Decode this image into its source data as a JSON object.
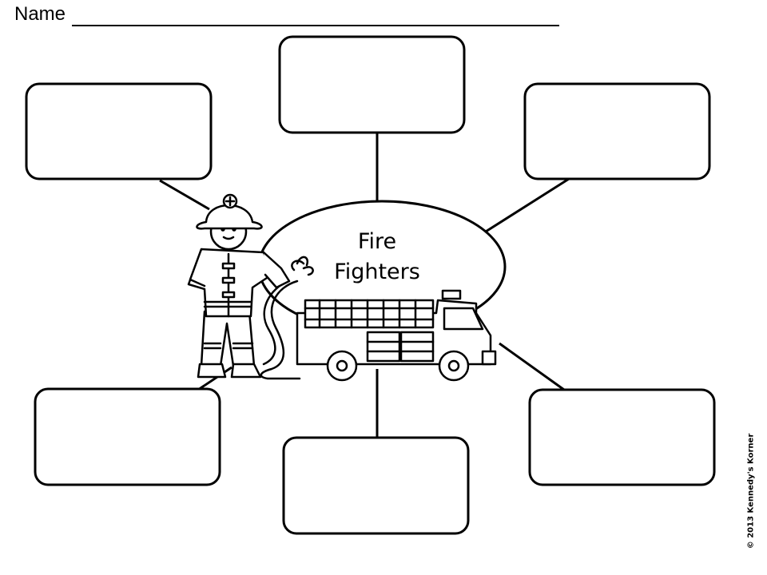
{
  "worksheet": {
    "name_label": "Name",
    "center_title_line1": "Fire",
    "center_title_line2": "Fighters",
    "copyright": "© 2013 Kennedy's Korner"
  },
  "answer_boxes": [
    {
      "id": "top-left",
      "value": ""
    },
    {
      "id": "top-center",
      "value": ""
    },
    {
      "id": "top-right",
      "value": ""
    },
    {
      "id": "bottom-left",
      "value": ""
    },
    {
      "id": "bottom-center",
      "value": ""
    },
    {
      "id": "bottom-right",
      "value": ""
    }
  ],
  "illustrations": [
    "firefighter-illustration",
    "fire-truck-illustration"
  ]
}
